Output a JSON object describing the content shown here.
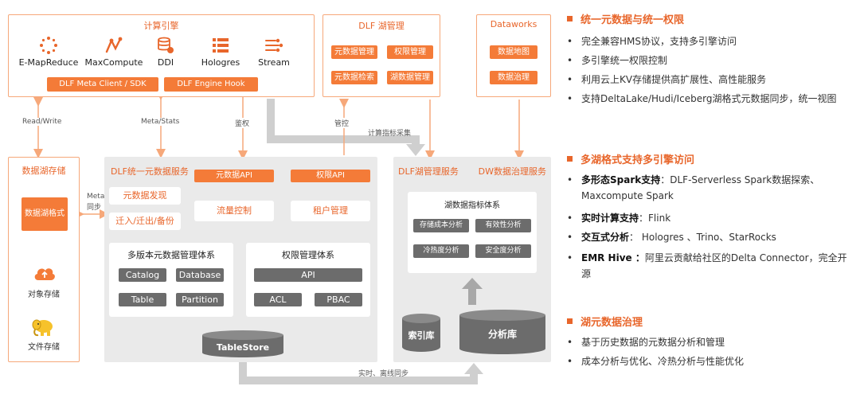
{
  "compute": {
    "title": "计算引擎",
    "engines": [
      {
        "name": "E-MapReduce",
        "icon": "emr-icon"
      },
      {
        "name": "MaxCompute",
        "icon": "maxcompute-icon"
      },
      {
        "name": "DDI",
        "icon": "ddi-icon"
      },
      {
        "name": "Hologres",
        "icon": "hologres-icon"
      },
      {
        "name": "Stream",
        "icon": "stream-icon"
      }
    ],
    "client_sdk": "DLF Meta Client / SDK",
    "engine_hook": "DLF Engine Hook"
  },
  "lake_mgmt": {
    "title": "DLF 湖管理",
    "buttons": [
      "元数据管理",
      "权限管理",
      "元数据检索",
      "湖数据管理"
    ]
  },
  "dataworks": {
    "title": "Dataworks",
    "buttons": [
      "数据地图",
      "数据治理"
    ]
  },
  "arrows": {
    "read_write": "Read/Write",
    "meta_stats": "Meta/Stats",
    "auth": "鉴权",
    "control": "管控",
    "metric_collect": "计算指标采集",
    "meta_sync_1": "Meta",
    "meta_sync_2": "同步",
    "realtime_sync": "实时、离线同步"
  },
  "lake_storage": {
    "title": "数据湖存储",
    "format_btn": "数据湖格式",
    "object_storage": "对象存储",
    "file_storage": "文件存储"
  },
  "unified": {
    "title": "DLF统一元数据服务",
    "meta_api": "元数据API",
    "auth_api": "权限API",
    "discover": "元数据发现",
    "migrate": "迁入/迁出/备份",
    "flow_control": "流量控制",
    "tenant": "租户管理",
    "multi_version": {
      "title": "多版本元数据管理体系",
      "items": [
        "Catalog",
        "Database",
        "Table",
        "Partition"
      ]
    },
    "perm_system": {
      "title": "权限管理体系",
      "items": [
        "API",
        "ACL",
        "PBAC"
      ]
    },
    "tablestore": "TableStore"
  },
  "governance": {
    "title_left": "DLF湖管理服务",
    "title_right": "DW数据治理服务",
    "metrics_title": "湖数据指标体系",
    "metrics": [
      "存储成本分析",
      "有效性分析",
      "冷热度分析",
      "安全度分析"
    ],
    "index_db": "索引库",
    "analysis_db": "分析库"
  },
  "features": [
    {
      "heading": "统一元数据与统一权限",
      "bullets": [
        {
          "bold": "",
          "text": "完全兼容HMS协议，支持多引擎访问"
        },
        {
          "bold": "",
          "text": "多引擎统一权限控制"
        },
        {
          "bold": "",
          "text": "利用云上KV存储提供高扩展性、高性能服务"
        },
        {
          "bold": "",
          "text": "支持DeltaLake/Hudi/Iceberg湖格式元数据同步，统一视图"
        }
      ]
    },
    {
      "heading": "多湖格式支持多引擎访问",
      "bullets": [
        {
          "bold": "多形态Spark支持",
          "text": "：DLF-Serverless Spark数据探索、Maxcompute Spark"
        },
        {
          "bold": "实时计算支持",
          "text": "：Flink"
        },
        {
          "bold": "交互式分析",
          "text": "： Hologres 、Trino、StarRocks"
        },
        {
          "bold": "EMR Hive ：",
          "text": "阿里云贡献给社区的Delta Connector，完全开源"
        }
      ]
    },
    {
      "heading": "湖元数据治理",
      "bullets": [
        {
          "bold": "",
          "text": "基于历史数据的元数据分析和管理"
        },
        {
          "bold": "",
          "text": "成本分析与优化、冷热分析与性能优化"
        }
      ]
    }
  ],
  "colors": {
    "accent": "#e8662b",
    "button": "#f47b38",
    "panel": "#eaeaea",
    "dark": "#6c6c6c",
    "arrow": "#f6a87a",
    "flow": "#cfcfcf"
  }
}
